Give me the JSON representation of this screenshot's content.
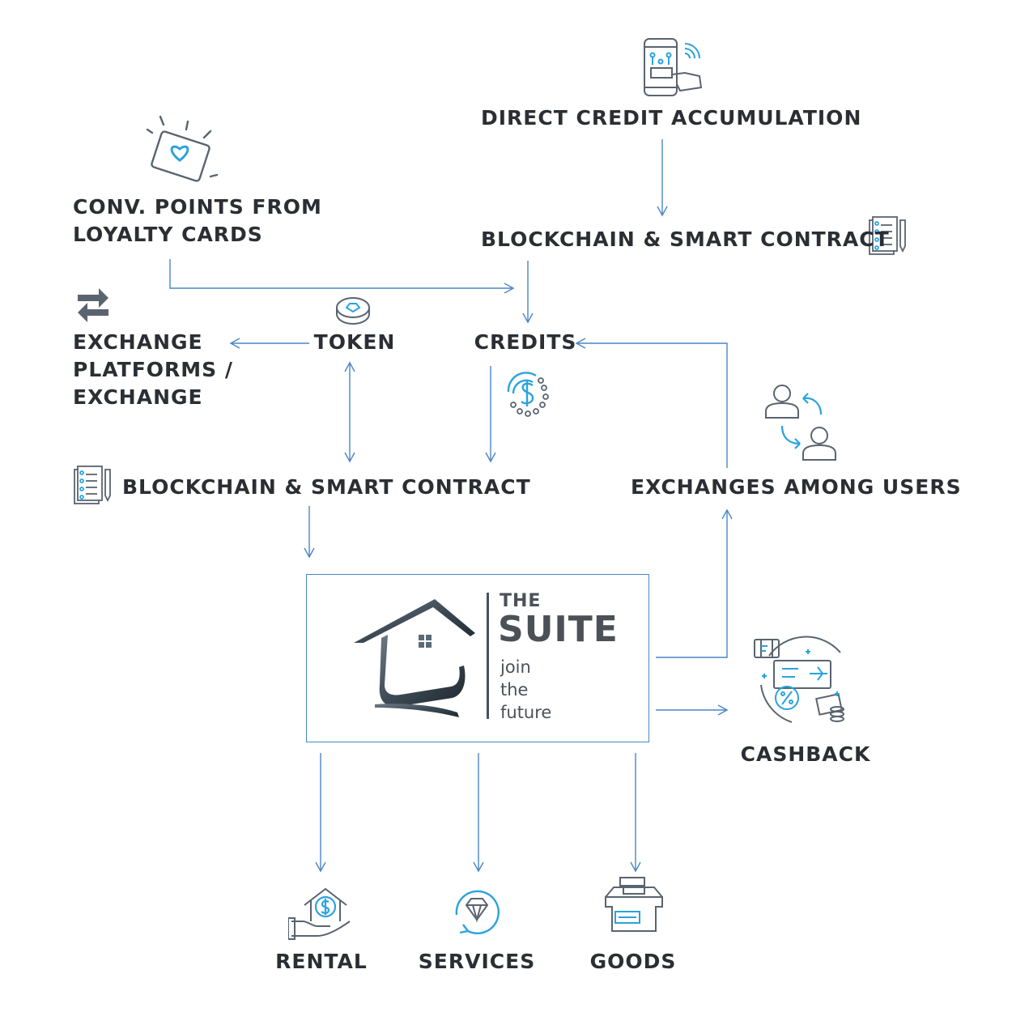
{
  "nodes": {
    "direct_credit": "DIRECT CREDIT ACCUMULATION",
    "loyalty_line1": "CONV. POINTS FROM",
    "loyalty_line2": "LOYALTY CARDS",
    "blockchain_top": "BLOCKCHAIN & SMART CONTRACT",
    "exchange_line1": "EXCHANGE",
    "exchange_line2": "PLATFORMS /",
    "exchange_line3": "EXCHANGE",
    "token": "TOKEN",
    "credits": "CREDITS",
    "blockchain_mid": "BLOCKCHAIN & SMART CONTRACT",
    "exchanges_users": "EXCHANGES AMONG USERS",
    "cashback": "CASHBACK",
    "rental": "RENTAL",
    "services": "SERVICES",
    "goods": "GOODS"
  },
  "logo": {
    "the": "THE",
    "name": "SUITE",
    "tagline": [
      "join",
      "the",
      "future"
    ]
  },
  "colors": {
    "arrow": "#4a86c5",
    "text": "#2b2f33",
    "icon_gray": "#5a6470",
    "icon_blue": "#29a3df"
  }
}
